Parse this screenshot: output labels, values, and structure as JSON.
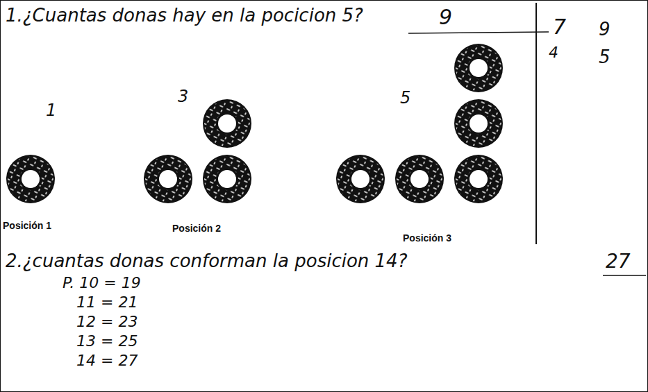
{
  "diagram": {
    "labels": [
      "1.¿Cuantas donas hay en la pocicion 5?",
      "9",
      "1",
      "3",
      "5",
      "7",
      "9",
      "4",
      "5",
      "Posición 1",
      "Posición 2",
      "Posición 3",
      "2.¿cuantas donas conforman la posicion 14?",
      "27",
      "P. 10 = 19",
      "11 = 21",
      "12 = 23",
      "13 = 25",
      "14 = 27"
    ]
  }
}
